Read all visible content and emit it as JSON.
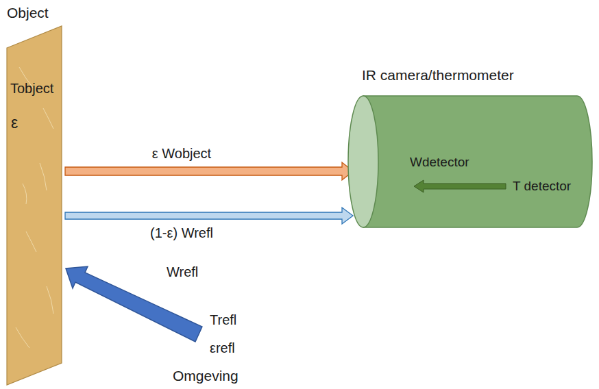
{
  "diagram": {
    "nodes": [
      {
        "text": [
          "Object",
          "Tobject",
          "ε"
        ]
      },
      {
        "text": [
          "IR camera/thermometer",
          "Wdetector",
          "T detector"
        ]
      }
    ],
    "edges": [
      {
        "from": 0,
        "to": 1,
        "arrow": "to",
        "label": "ε Wobject"
      },
      {
        "from": 0,
        "to": 1,
        "arrow": "to",
        "label": "(1-ε) Wrefl"
      }
    ],
    "labels": [
      "Wrefl",
      "Trefl",
      "εrefl",
      "Omgeving"
    ]
  }
}
